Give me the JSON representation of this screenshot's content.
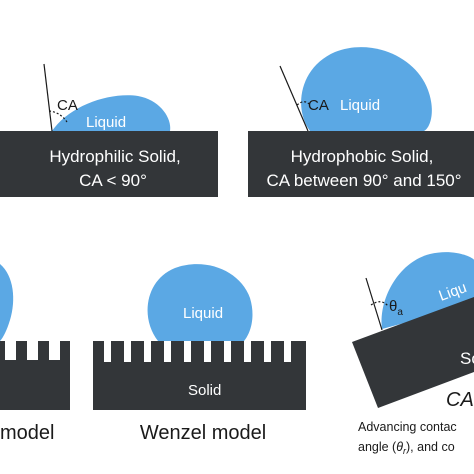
{
  "panel_hydrophilic": {
    "ca_label": "CA",
    "liquid_label": "Liquid",
    "solid_line1": "Hydrophilic Solid,",
    "solid_line2": "CA  < 90°"
  },
  "panel_hydrophobic": {
    "ca_label": "CA",
    "liquid_label": "Liquid",
    "solid_line1": "Hydrophobic Solid,",
    "solid_line2": "CA  between 90° and 150°"
  },
  "panel_cassie": {
    "caption": "model"
  },
  "panel_wenzel": {
    "liquid_label": "Liquid",
    "solid_label": "Solid",
    "caption": "Wenzel model"
  },
  "panel_tilted": {
    "theta_label": "θ",
    "theta_sub": "a",
    "liquid_label": "Liqu",
    "solid_label": "So",
    "ca_label": "CA",
    "caption_line1": "Advancing contac",
    "caption_line2_prefix": "angle (",
    "caption_line2_theta": "θ",
    "caption_line2_sub": "r",
    "caption_line2_suffix": "), and co"
  },
  "colors": {
    "liquid": "#5ba8e4",
    "solid": "#333639",
    "background": "#ffffff"
  }
}
